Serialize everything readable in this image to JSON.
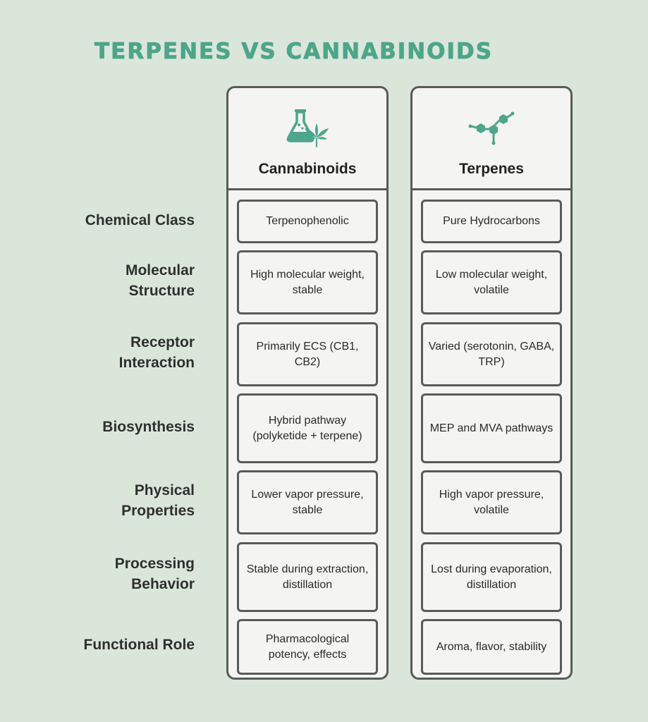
{
  "title": "TERPENES VS CANNABINOIDS",
  "columns": {
    "cannabinoids": {
      "label": "Cannabinoids",
      "icon": "flask-cannabis-leaf-icon"
    },
    "terpenes": {
      "label": "Terpenes",
      "icon": "molecule-icon"
    }
  },
  "accent_color": "#4da58a",
  "rows": [
    {
      "label": "Chemical Class",
      "cannabinoids": "Terpenophenolic",
      "terpenes": "Pure Hydrocarbons"
    },
    {
      "label": "Molecular Structure",
      "cannabinoids": "High molecular weight, stable",
      "terpenes": "Low molecular weight, volatile"
    },
    {
      "label": "Receptor Interaction",
      "cannabinoids": "Primarily ECS (CB1, CB2)",
      "terpenes": "Varied (serotonin, GABA, TRP)"
    },
    {
      "label": "Biosynthesis",
      "cannabinoids": "Hybrid pathway (polyketide + terpene)",
      "terpenes": "MEP and MVA pathways"
    },
    {
      "label": "Physical Properties",
      "cannabinoids": "Lower vapor pressure, stable",
      "terpenes": "High vapor pressure, volatile"
    },
    {
      "label": "Processing Behavior",
      "cannabinoids": "Stable during extraction, distillation",
      "terpenes": "Lost during evaporation, distillation"
    },
    {
      "label": "Functional Role",
      "cannabinoids": "Pharmacological potency, effects",
      "terpenes": "Aroma, flavor, stability"
    }
  ]
}
